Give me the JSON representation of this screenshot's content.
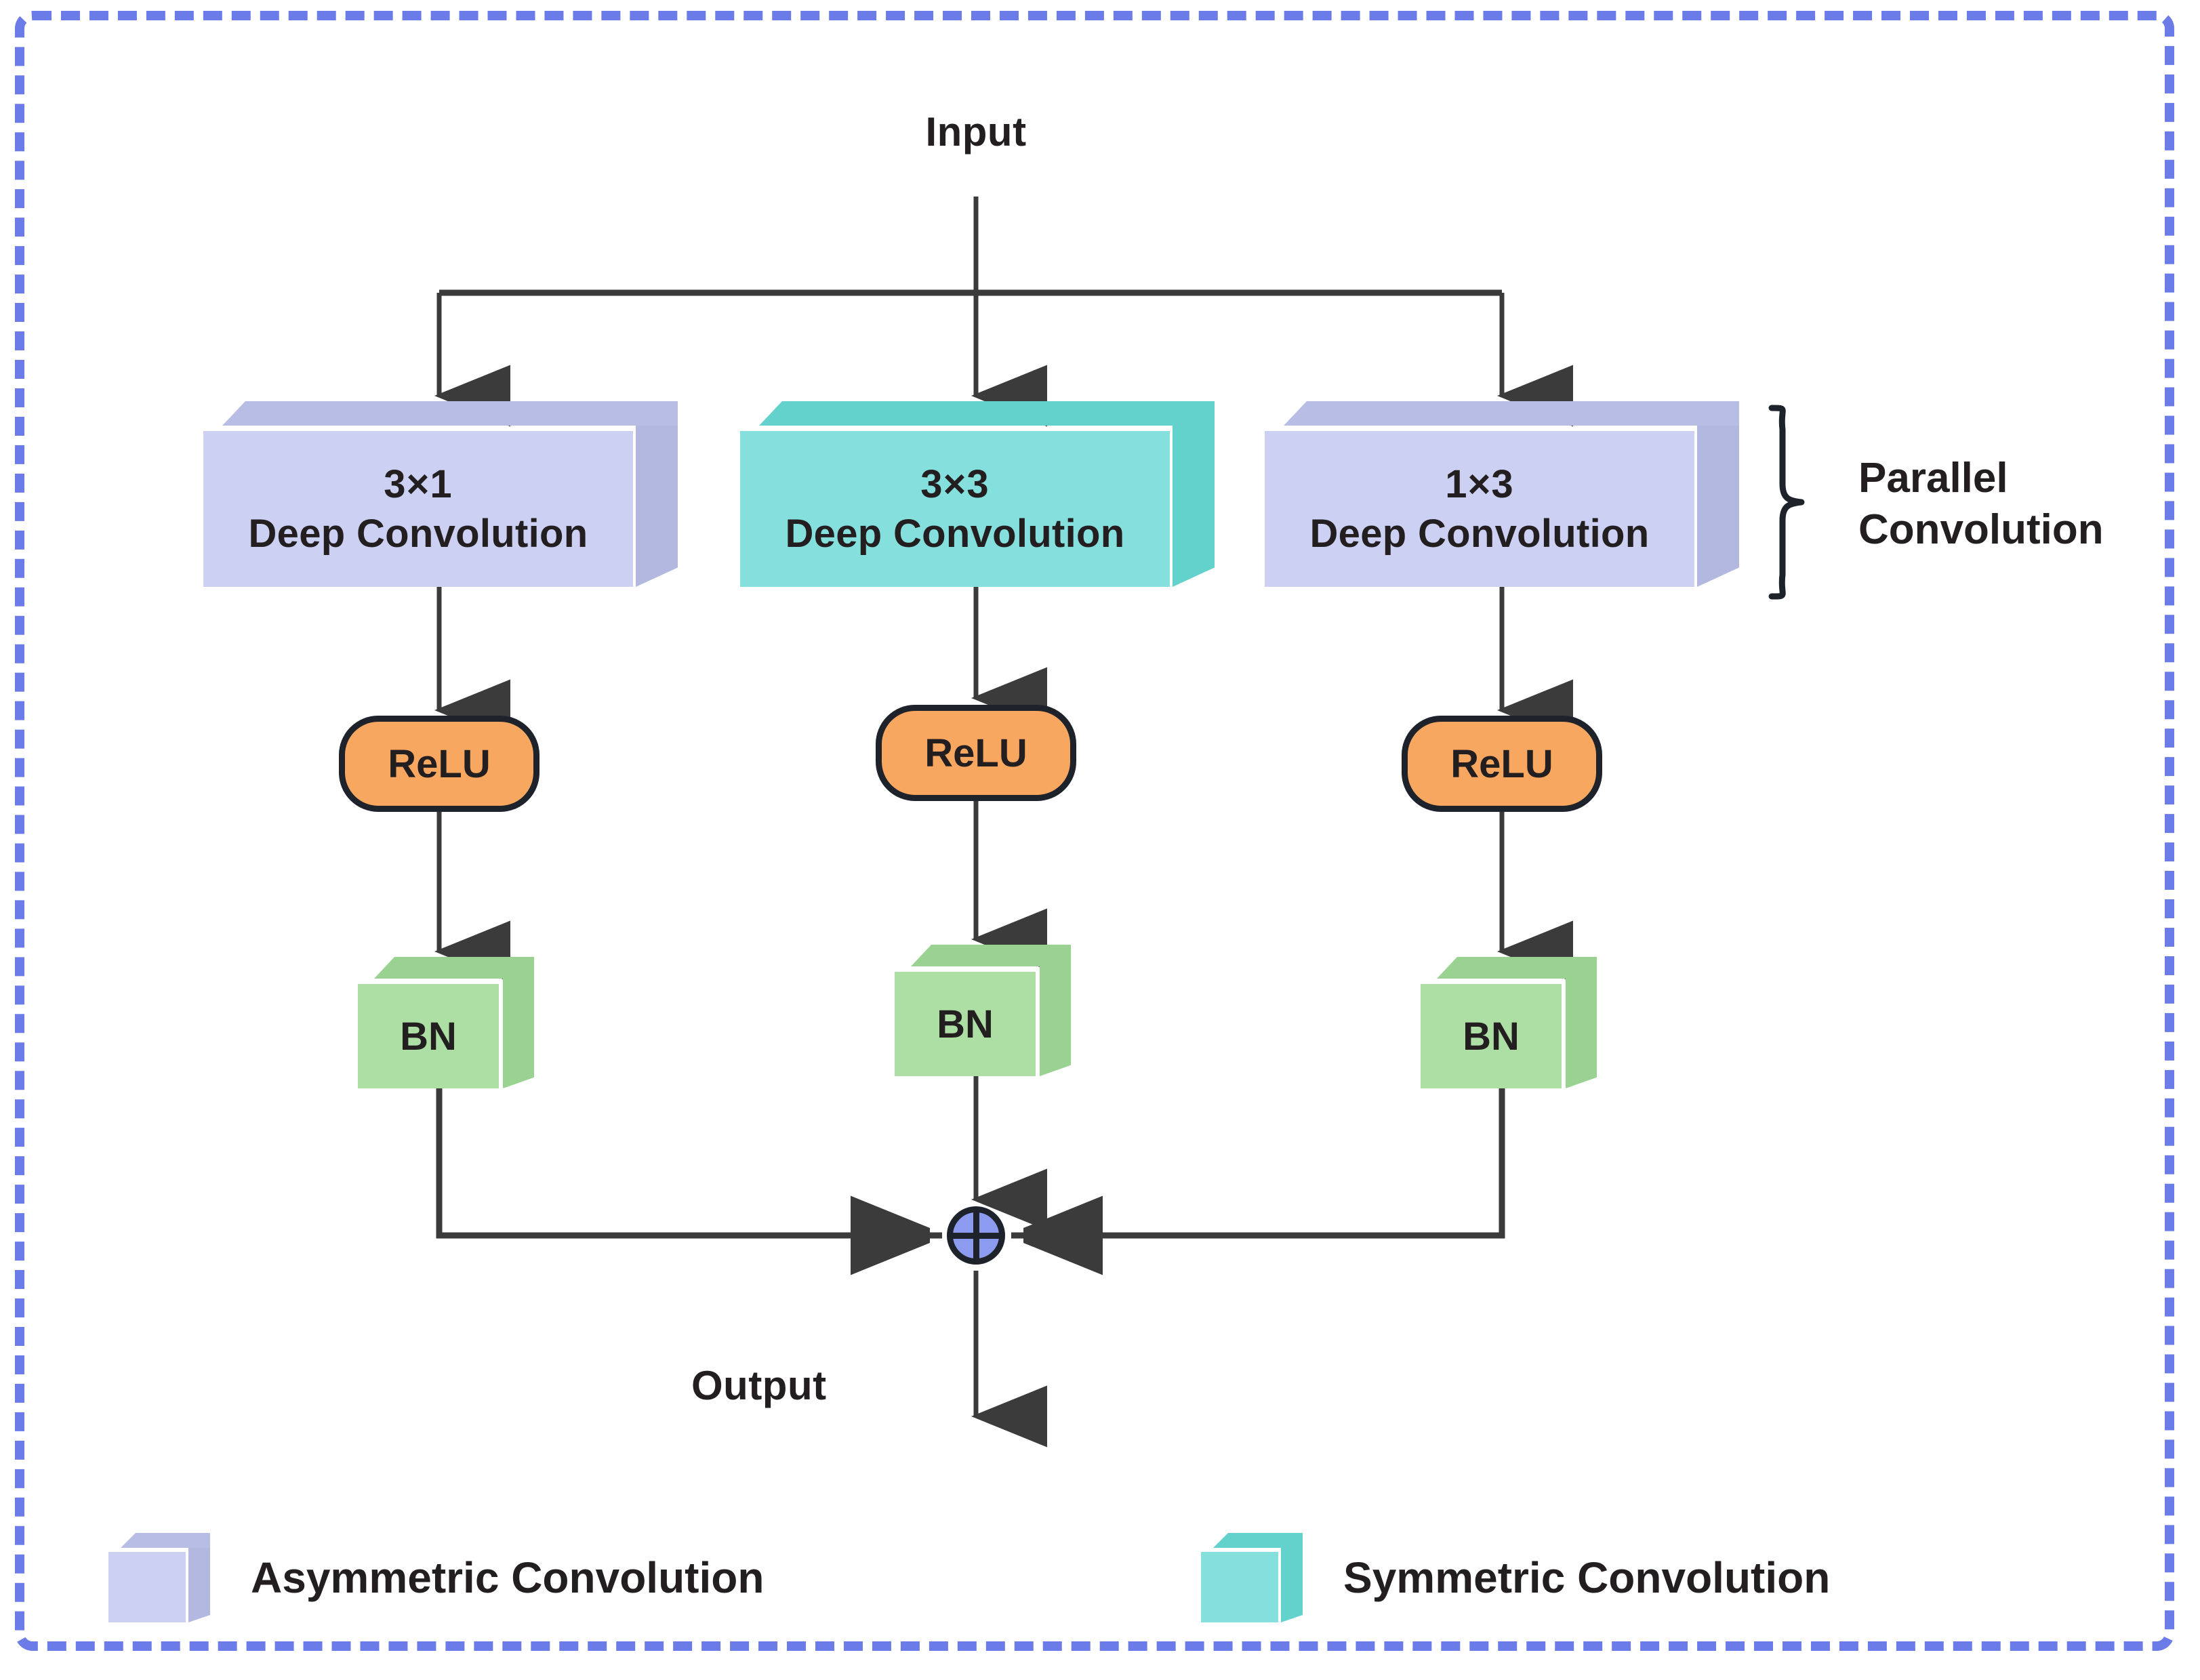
{
  "diagram": {
    "title_visible": false,
    "input_label": "Input",
    "output_label": "Output",
    "group_label_line1": "Parallel",
    "group_label_line2": "Convolution",
    "frame_color": "#6b7ce8",
    "wire_color": "#3b3b3b"
  },
  "branches": [
    {
      "id": "left",
      "conv": {
        "kernel": "3×1",
        "name": "Deep Convolution",
        "face_color": "#ccd0f2",
        "top_color": "#b7bde4",
        "side_color": "#b2b8e0",
        "type": "asymmetric"
      },
      "activation": {
        "label": "ReLU",
        "fill": "#f8a760",
        "stroke": "#1d222b"
      },
      "norm": {
        "label": "BN",
        "face_color": "#addfa4",
        "top_color": "#9ad292",
        "side_color": "#9ad292"
      }
    },
    {
      "id": "center",
      "conv": {
        "kernel": "3×3",
        "name": "Deep Convolution",
        "face_color": "#85e0dd",
        "top_color": "#63d2cd",
        "side_color": "#63d2cd",
        "type": "symmetric"
      },
      "activation": {
        "label": "ReLU",
        "fill": "#f8a760",
        "stroke": "#1d222b"
      },
      "norm": {
        "label": "BN",
        "face_color": "#addfa4",
        "top_color": "#9ad292",
        "side_color": "#9ad292"
      }
    },
    {
      "id": "right",
      "conv": {
        "kernel": "1×3",
        "name": "Deep Convolution",
        "face_color": "#ccd0f2",
        "top_color": "#b7bde4",
        "side_color": "#b2b8e0",
        "type": "asymmetric"
      },
      "activation": {
        "label": "ReLU",
        "fill": "#f8a760",
        "stroke": "#1d222b"
      },
      "norm": {
        "label": "BN",
        "face_color": "#addfa4",
        "top_color": "#9ad292",
        "side_color": "#9ad292"
      }
    }
  ],
  "sum_node": {
    "symbol": "⊕",
    "fill": "#8c9bf0",
    "stroke": "#1d222b"
  },
  "legend": [
    {
      "label": "Asymmetric Convolution",
      "face_color": "#ccd0f2",
      "top_color": "#b7bde4",
      "side_color": "#b2b8e0"
    },
    {
      "label": "Symmetric Convolution",
      "face_color": "#85e0dd",
      "top_color": "#63d2cd",
      "side_color": "#63d2cd"
    }
  ]
}
